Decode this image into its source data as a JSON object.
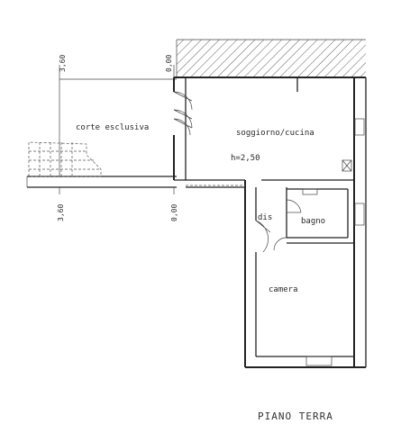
{
  "plan": {
    "title": "PIANO TERRA",
    "rooms": {
      "corte": "corte esclusiva",
      "soggiorno": "soggiorno/cucina",
      "height": "h=2,50",
      "dis": "dis",
      "bagno": "bagno",
      "camera": "camera"
    },
    "dimensions": {
      "top_left": "3,60",
      "top_right": "0,00",
      "bottom_left": "3,60",
      "bottom_right": "0,00"
    }
  }
}
